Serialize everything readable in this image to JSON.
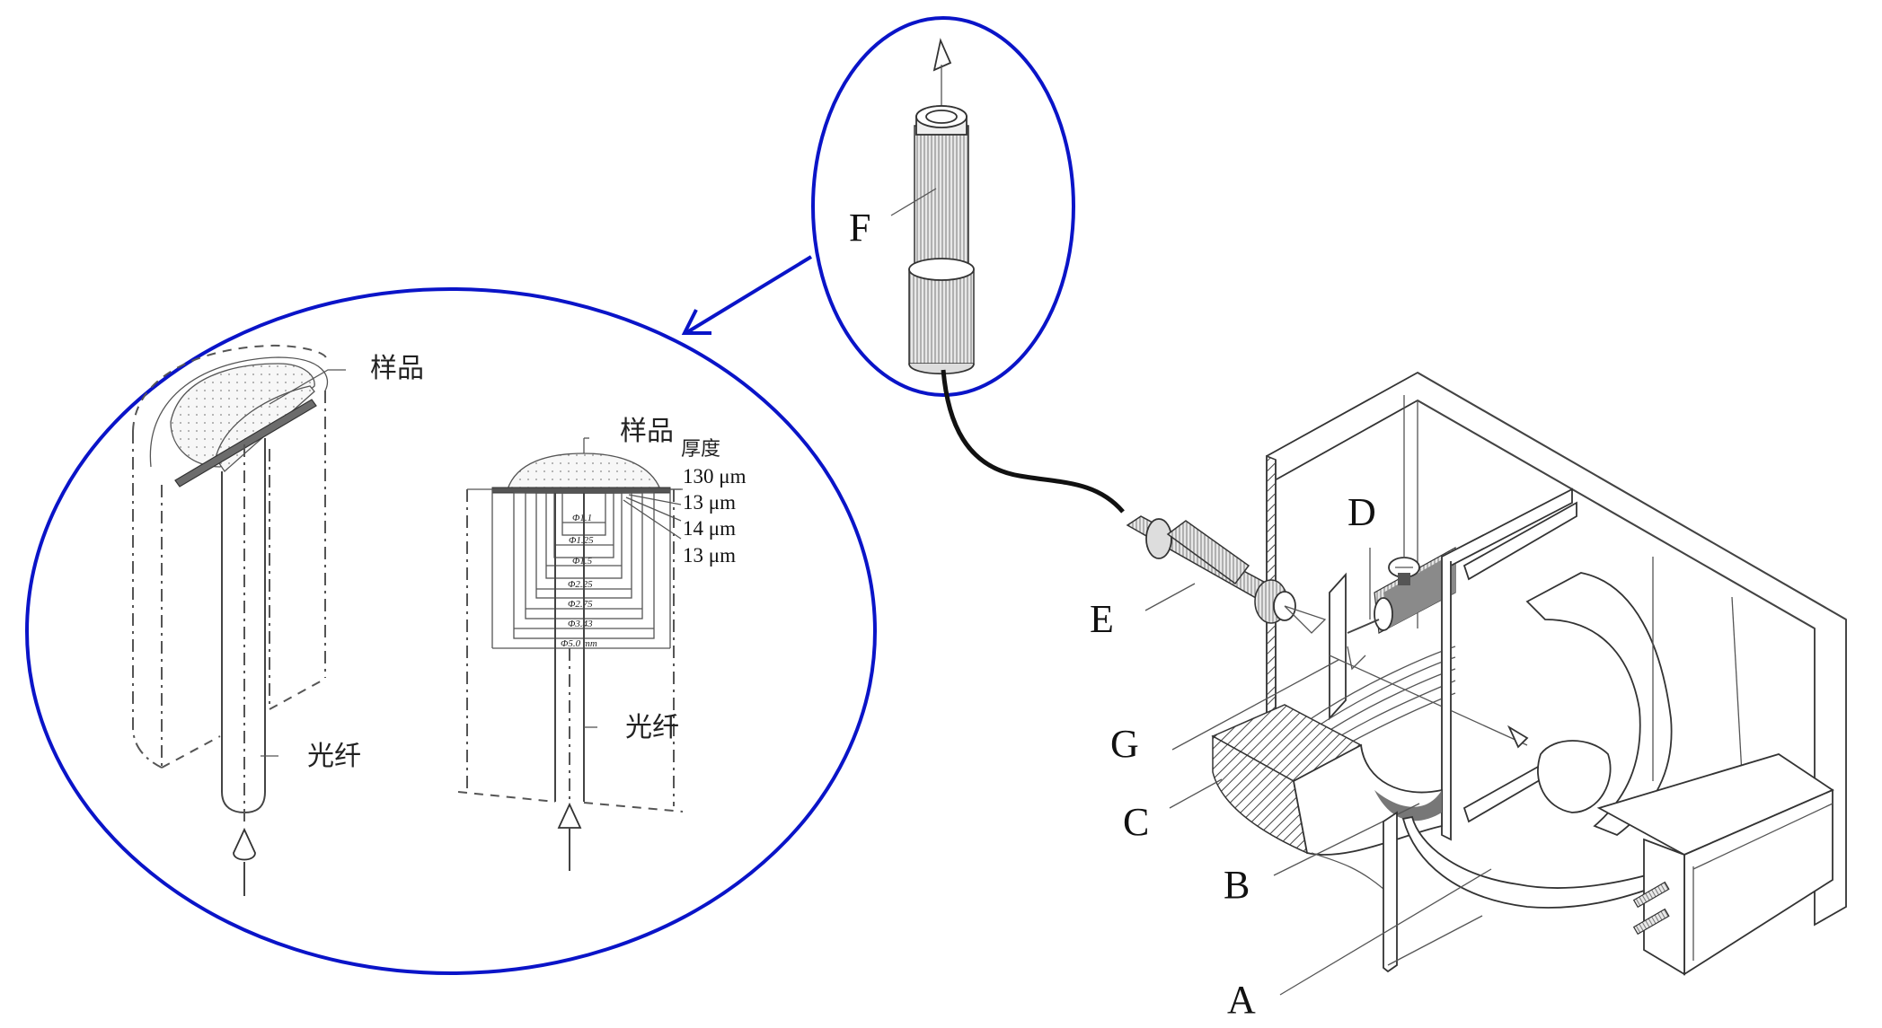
{
  "figure": {
    "accent_color": "#0a14c8",
    "callout_probe": {
      "label": "F",
      "icon": "light-output-arrow"
    },
    "detail_view": {
      "perspective_sample_label": "样品",
      "perspective_fiber_label": "光纤",
      "section_sample_label": "样品",
      "section_thickness_header": "厚度",
      "thickness_values": [
        "130 μm",
        "13 μm",
        "14 μm",
        "13 μm"
      ],
      "diameters": [
        "Φ1.1",
        "Φ1.25",
        "Φ1.5",
        "Φ2.25",
        "Φ2.75",
        "Φ3.43",
        "Φ5.0 mm"
      ],
      "section_fiber_label": "光纤",
      "input_arrow": "light-input-arrow"
    },
    "apparatus_labels": {
      "A": "A",
      "B": "B",
      "C": "C",
      "D": "D",
      "E": "E",
      "G": "G"
    }
  }
}
